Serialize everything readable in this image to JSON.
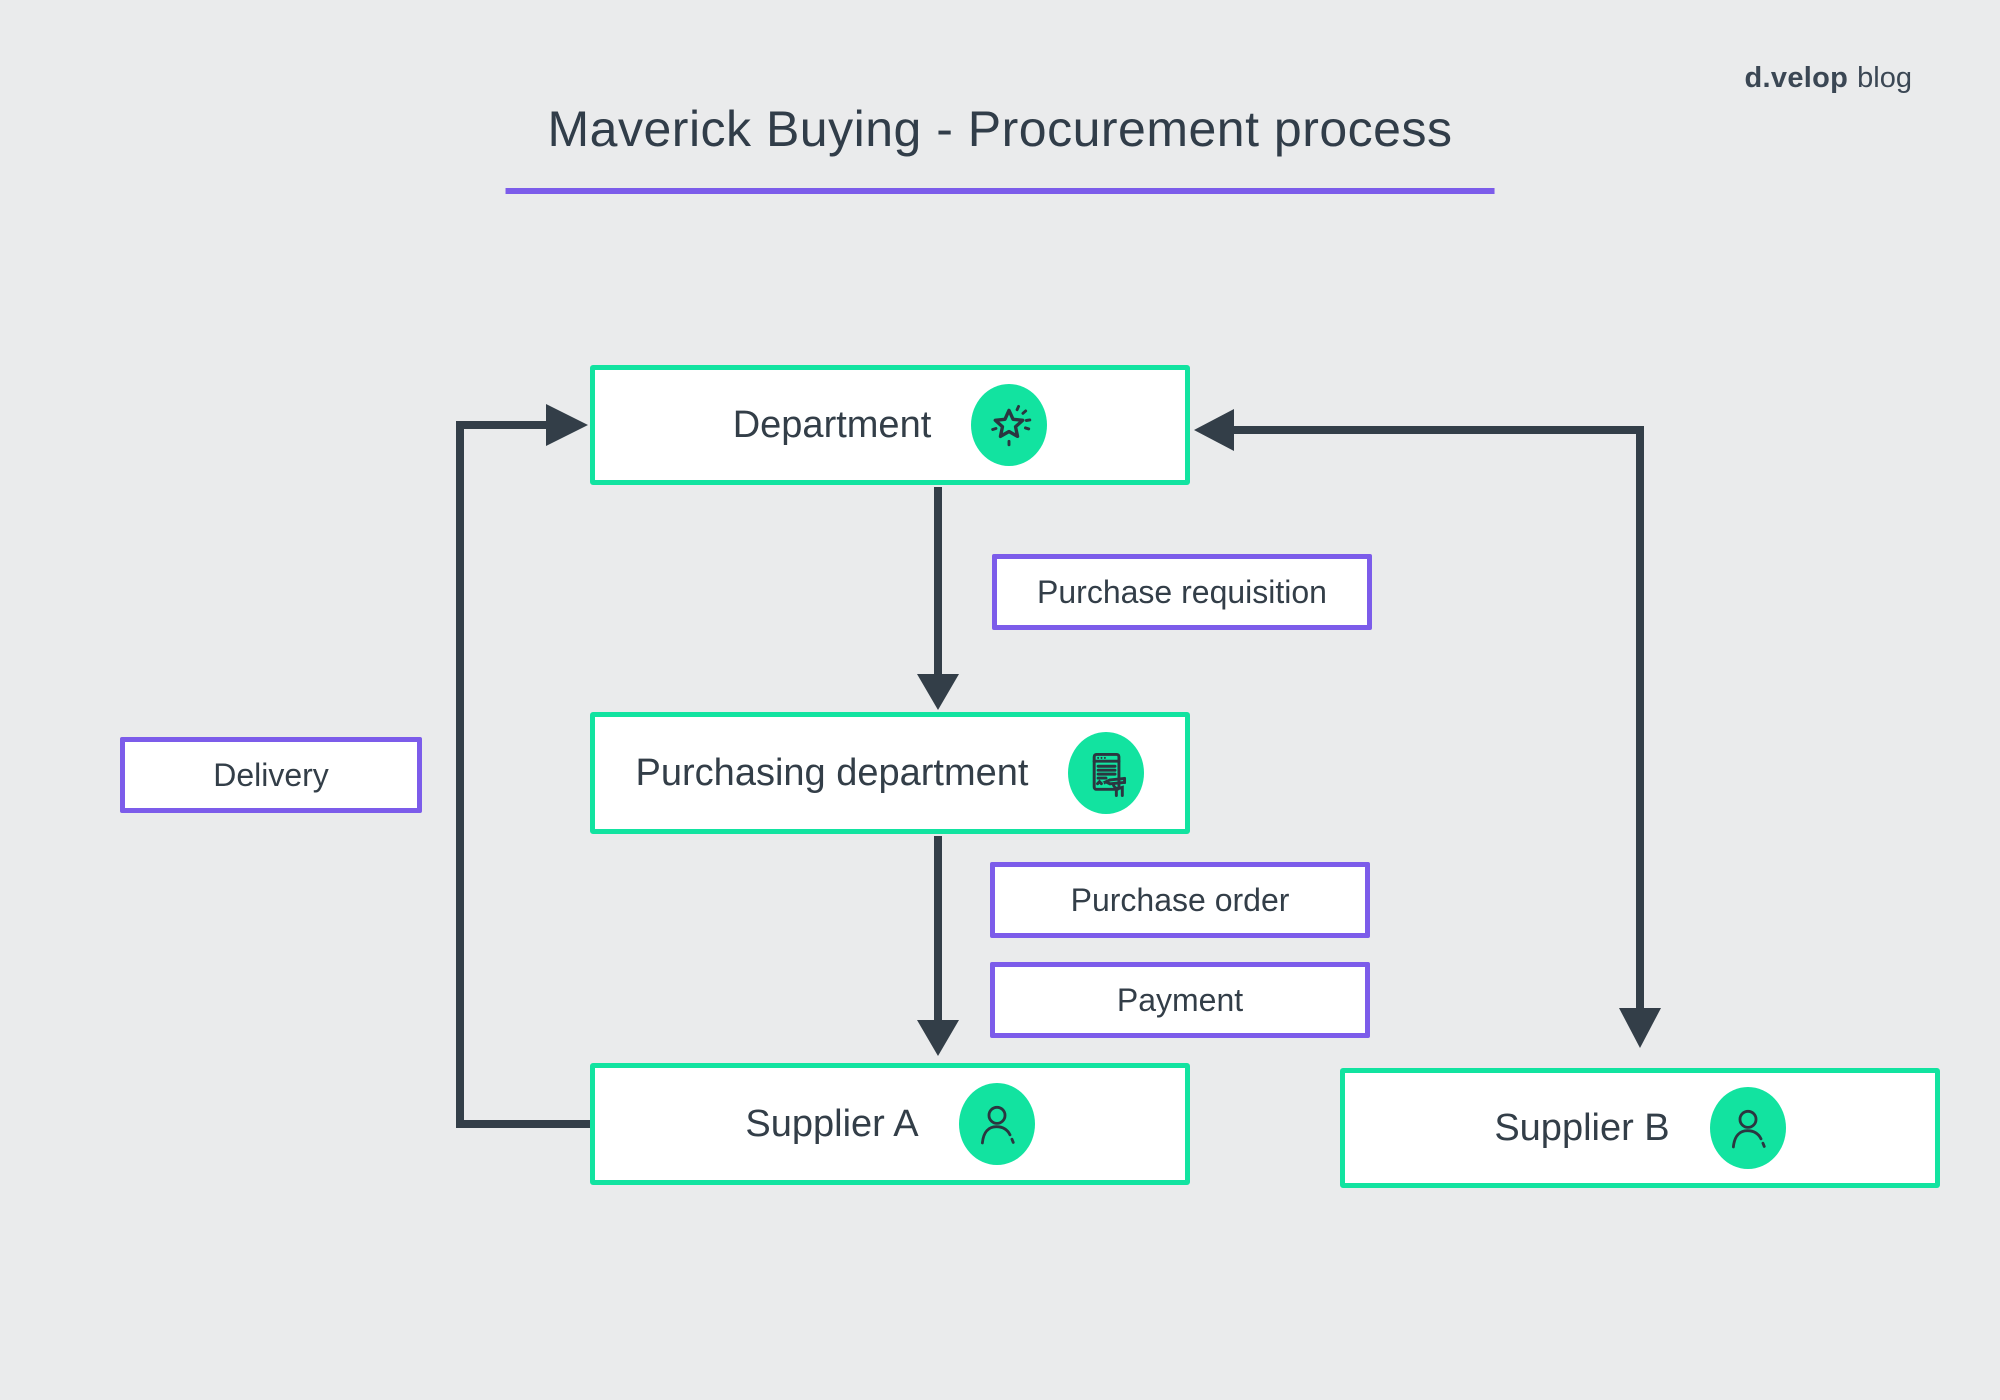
{
  "header": {
    "title": "Maverick Buying - Procurement process",
    "logo": {
      "brand": "d.velop",
      "suffix": "blog"
    }
  },
  "nodes": {
    "department": {
      "label": "Department",
      "icon": "star-sparkle-icon"
    },
    "purchasing_department": {
      "label": "Purchasing department",
      "icon": "contract-signing-icon"
    },
    "supplier_a": {
      "label": "Supplier A",
      "icon": "person-icon"
    },
    "supplier_b": {
      "label": "Supplier B",
      "icon": "person-icon"
    }
  },
  "annotations": {
    "purchase_requisition": "Purchase requisition",
    "purchase_order": "Purchase order",
    "payment": "Payment",
    "delivery": "Delivery"
  },
  "edges": [
    {
      "from": "Department",
      "to": "Purchasing department",
      "label": "Purchase requisition",
      "direction": "down"
    },
    {
      "from": "Purchasing department",
      "to": "Supplier A",
      "labels": [
        "Purchase order",
        "Payment"
      ],
      "direction": "down"
    },
    {
      "from": "Supplier A",
      "to": "Department",
      "label": "Delivery",
      "direction": "left-loop-up"
    },
    {
      "from": "Supplier B",
      "to": "Department",
      "direction": "bidirectional-right-elbow"
    }
  ],
  "colors": {
    "background": "#eaebec",
    "ink": "#333e48",
    "accent_green": "#12e3a0",
    "accent_purple": "#7c5cea",
    "node_background": "#ffffff"
  }
}
